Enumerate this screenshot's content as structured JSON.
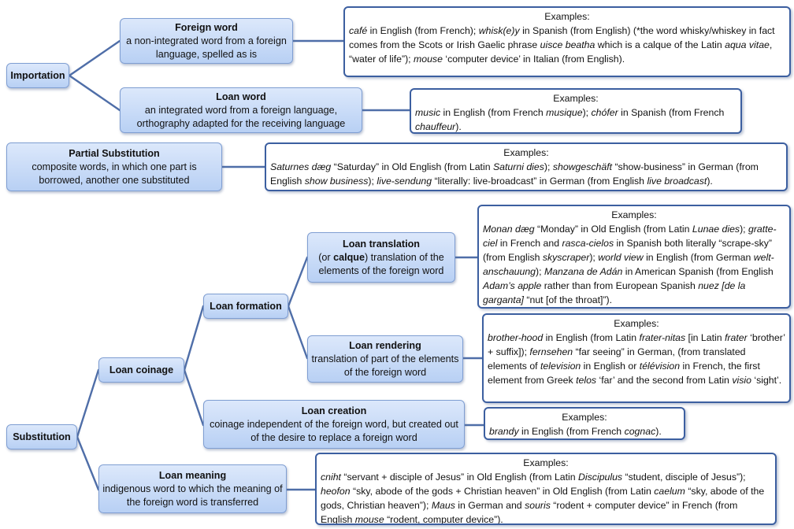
{
  "colors": {
    "node_top": "#dce8fb",
    "node_bottom": "#b8d0f4",
    "connector": "#4f6ea8",
    "example_border": "#3c5fa0"
  },
  "examples_label": "Examples:",
  "nodes": {
    "importation": {
      "title": "Importation"
    },
    "foreign_word": {
      "title": "Foreign word",
      "desc": "a non-integrated word from a foreign language, spelled as is"
    },
    "loan_word": {
      "title": "Loan word",
      "desc": "an integrated word from a foreign language, orthography adapted for the receiving language"
    },
    "partial_substitution": {
      "title": "Partial Substitution",
      "desc": "composite words, in which one part is borrowed, another one substituted"
    },
    "substitution": {
      "title": "Substitution"
    },
    "loan_coinage": {
      "title": "Loan coinage"
    },
    "loan_formation": {
      "title": "Loan formation"
    },
    "loan_translation": {
      "title": "Loan translation",
      "desc_pre": "(or ",
      "desc_bold": "calque",
      "desc_post": ") translation of the elements of the foreign word"
    },
    "loan_rendering": {
      "title": "Loan rendering",
      "desc": "translation of part of the elements of the foreign word"
    },
    "loan_creation": {
      "title": "Loan creation",
      "desc": "coinage independent of the foreign word, but created out of the desire to replace a foreign word"
    },
    "loan_meaning": {
      "title": "Loan meaning",
      "desc": "indigenous word to which the meaning of the foreign word is transferred"
    }
  },
  "examples": {
    "foreign_word": [
      {
        "t": "café",
        "i": true
      },
      {
        "t": " in English (from French); "
      },
      {
        "t": "whisk(e)y",
        "i": true
      },
      {
        "t": " in Spanish (from English) (*the word whisky/whiskey in fact comes from the Scots or Irish Gaelic phrase "
      },
      {
        "t": "uisce beatha",
        "i": true
      },
      {
        "t": " which is a calque of the Latin "
      },
      {
        "t": "aqua vitae",
        "i": true
      },
      {
        "t": ", “water of life”); "
      },
      {
        "t": "mouse",
        "i": true
      },
      {
        "t": " ‘computer device’ in Italian (from English)."
      }
    ],
    "loan_word": [
      {
        "t": "music",
        "i": true
      },
      {
        "t": " in English (from French "
      },
      {
        "t": "musique",
        "i": true
      },
      {
        "t": "); "
      },
      {
        "t": "chófer",
        "i": true
      },
      {
        "t": " in Spanish (from French "
      },
      {
        "t": "chauffeur",
        "i": true
      },
      {
        "t": ")."
      }
    ],
    "partial_substitution": [
      {
        "t": "Saturnes dæg",
        "i": true
      },
      {
        "t": " “Saturday” in Old English (from  Latin "
      },
      {
        "t": "Saturni dies",
        "i": true
      },
      {
        "t": "); "
      },
      {
        "t": "showgeschäft",
        "i": true
      },
      {
        "t": " “show-business” in German (from English "
      },
      {
        "t": "show business",
        "i": true
      },
      {
        "t": "); "
      },
      {
        "t": "live-sendung",
        "i": true
      },
      {
        "t": " “literally: live-broadcast” in German (from English "
      },
      {
        "t": "live broadcast",
        "i": true
      },
      {
        "t": ")."
      }
    ],
    "loan_translation": [
      {
        "t": "Monan dæg",
        "i": true
      },
      {
        "t": " “Monday” in Old English (from Latin "
      },
      {
        "t": "Lunae dies",
        "i": true
      },
      {
        "t": "); "
      },
      {
        "t": "gratte-ciel",
        "i": true
      },
      {
        "t": " in French and "
      },
      {
        "t": "rasca-cielos",
        "i": true
      },
      {
        "t": " in Spanish both literally “scrape-sky” (from English "
      },
      {
        "t": "skyscraper",
        "i": true
      },
      {
        "t": "); "
      },
      {
        "t": "world view",
        "i": true
      },
      {
        "t": " in English (from German "
      },
      {
        "t": "welt-anschauung",
        "i": true
      },
      {
        "t": "); "
      },
      {
        "t": "Manzana de Adán",
        "i": true
      },
      {
        "t": " in American Spanish (from English "
      },
      {
        "t": "Adam’s apple",
        "i": true
      },
      {
        "t": " rather than from European Spanish "
      },
      {
        "t": "nuez [de la garganta]",
        "i": true
      },
      {
        "t": " “nut [of the throat]”)."
      }
    ],
    "loan_rendering": [
      {
        "t": "brother-hood",
        "i": true
      },
      {
        "t": " in English (from Latin "
      },
      {
        "t": "frater-nitas",
        "i": true
      },
      {
        "t": " [in Latin "
      },
      {
        "t": "frater",
        "i": true
      },
      {
        "t": " ‘brother’ + suffix]); "
      },
      {
        "t": "fernsehen",
        "i": true
      },
      {
        "t": " “far seeing” in German, (from translated elements of "
      },
      {
        "t": "television",
        "i": true
      },
      {
        "t": " in English or "
      },
      {
        "t": "télévision",
        "i": true
      },
      {
        "t": " in French, the first element from Greek "
      },
      {
        "t": "telos",
        "i": true
      },
      {
        "t": " ‘far’ and the second from Latin "
      },
      {
        "t": "visio",
        "i": true
      },
      {
        "t": " ‘sight’."
      }
    ],
    "loan_creation": [
      {
        "t": "brandy",
        "i": true
      },
      {
        "t": " in English (from French "
      },
      {
        "t": "cognac",
        "i": true
      },
      {
        "t": ")."
      }
    ],
    "loan_meaning": [
      {
        "t": "cniht",
        "i": true
      },
      {
        "t": " “servant + disciple of Jesus” in Old English (from Latin "
      },
      {
        "t": "Discipulus",
        "i": true
      },
      {
        "t": " “student, disciple of Jesus”); "
      },
      {
        "t": "heofon",
        "i": true
      },
      {
        "t": " “sky, abode of the gods + Christian heaven” in Old English (from Latin "
      },
      {
        "t": "caelum",
        "i": true
      },
      {
        "t": " “sky, abode of the gods, Christian heaven”); "
      },
      {
        "t": "Maus",
        "i": true
      },
      {
        "t": " in German and "
      },
      {
        "t": "souris",
        "i": true
      },
      {
        "t": " “rodent + computer device” in French (from English "
      },
      {
        "t": "mouse",
        "i": true
      },
      {
        "t": " “rodent, computer device”)."
      }
    ]
  }
}
